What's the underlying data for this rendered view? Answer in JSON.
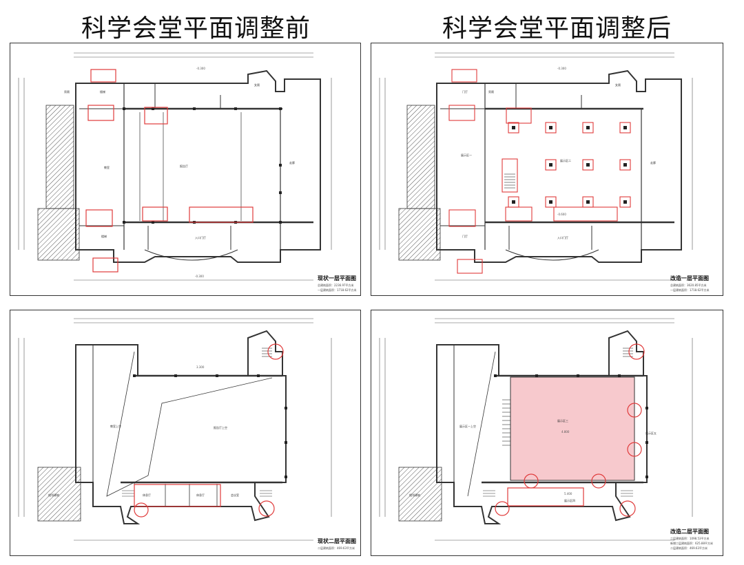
{
  "titles": {
    "before": "科学会堂平面调整前",
    "after": "科学会堂平面调整后"
  },
  "panels": [
    {
      "id": "p1",
      "label": "现状一层平面图",
      "notes": [
        "总建筑面积：2236.97平方米",
        "一层建筑面积：1718.62平方米"
      ],
      "rooms": [
        "教室",
        "报告厅",
        "门厅",
        "入口门厅",
        "男厕",
        "女厕"
      ]
    },
    {
      "id": "p2",
      "label": "改造一层平面图",
      "notes": [
        "总建筑面积：3620.85平方米",
        "一层建筑面积：1718.62平方米"
      ],
      "rooms": [
        "展示区一",
        "展示区二",
        "门厅",
        "入口门厅",
        "男厕",
        "走廊"
      ]
    },
    {
      "id": "p3",
      "label": "现状二层平面图",
      "notes": [
        "二层建筑面积：469.63平方米"
      ],
      "rooms": [
        "教室",
        "报告厅上空",
        "休息厅",
        "会议室"
      ]
    },
    {
      "id": "p4",
      "label": "改造二层平面图",
      "notes": [
        "二层建筑面积：1098.53平方米",
        "新增二层建筑面积：625.88平方米",
        "二层建筑面积：469.63平方米"
      ],
      "rooms": [
        "展示区一",
        "展示区三",
        "展示区四",
        "展示区五"
      ]
    }
  ],
  "colors": {
    "highlight_red": "#e03a3a",
    "new_floor_pink": "#f7c9cd",
    "line": "#333333",
    "hatch": "#555555"
  }
}
